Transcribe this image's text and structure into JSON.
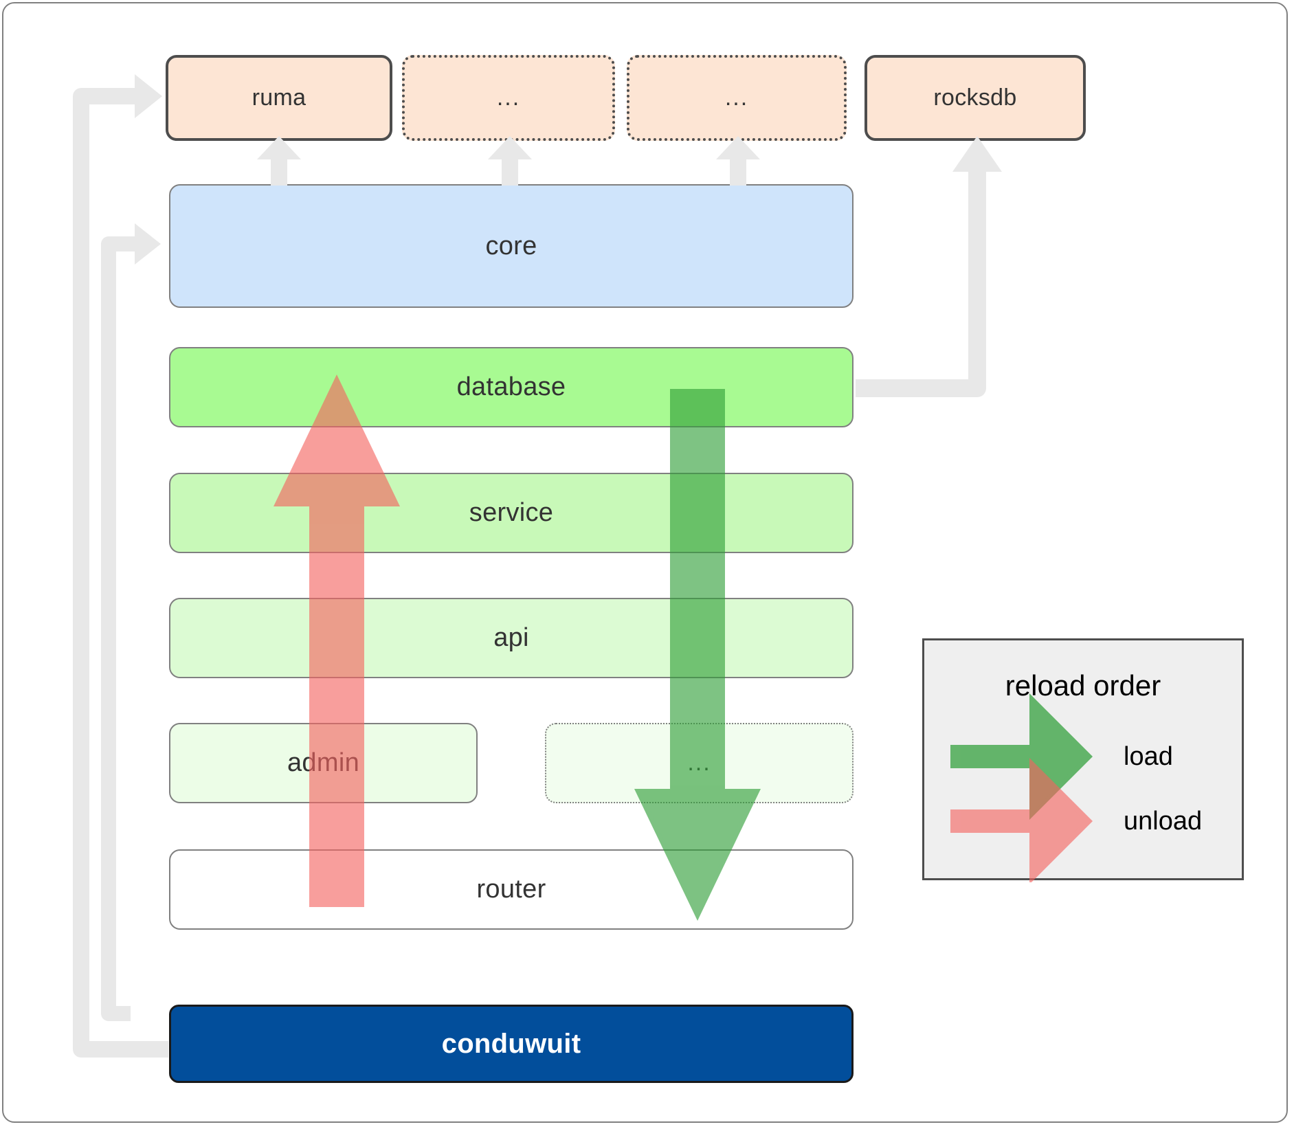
{
  "diagram": {
    "title": "conduwuit crate / reload order architecture",
    "background": "#ffffff",
    "frame_border_color": "#808080"
  },
  "crates_row": {
    "items": [
      {
        "label": "ruma",
        "style": "solid",
        "fill": "#fde5d4",
        "border": "#4d4d4d"
      },
      {
        "label": "...",
        "style": "dotted",
        "fill": "#fde5d4",
        "border": "#4d4d4d"
      },
      {
        "label": "...",
        "style": "dotted",
        "fill": "#fde5d4",
        "border": "#4d4d4d"
      },
      {
        "label": "rocksdb",
        "style": "solid",
        "fill": "#fde5d4",
        "border": "#4d4d4d"
      }
    ]
  },
  "core": {
    "label": "core",
    "fill": "#cfe4fb",
    "border": "#808080"
  },
  "layers": [
    {
      "label": "database",
      "fill": "#a8fa92",
      "border": "#808080",
      "style": "solid"
    },
    {
      "label": "service",
      "fill": "#c8f9b8",
      "border": "#808080",
      "style": "solid"
    },
    {
      "label": "api",
      "fill": "#dcfbd3",
      "border": "#808080",
      "style": "solid"
    },
    {
      "label": "admin",
      "fill": "#ecfde7",
      "border": "#808080",
      "style": "solid"
    },
    {
      "label": "...",
      "fill": "#f2fdef",
      "border": "#808080",
      "style": "dotted"
    },
    {
      "label": "router",
      "fill": "#ffffff",
      "border": "#808080",
      "style": "solid"
    }
  ],
  "main": {
    "label": "conduwuit",
    "fill": "#024e9b",
    "border": "#1a1a1a",
    "text_color": "#ffffff"
  },
  "legend": {
    "title": "reload order",
    "background": "#efefef",
    "border": "#4d4d4d",
    "entries": [
      {
        "label": "load",
        "color": "#4caf50",
        "direction": "right"
      },
      {
        "label": "unload",
        "color": "#fa8a8a",
        "direction": "right"
      }
    ]
  },
  "flow_arrows": {
    "load": {
      "color": "#4caf50",
      "label": "load",
      "direction": "down"
    },
    "unload": {
      "color": "#fa8a8a",
      "label": "unload",
      "direction": "up"
    }
  },
  "connectors": {
    "color": "#e8e8e8",
    "edges": [
      {
        "from": "conduwuit",
        "to": "ruma"
      },
      {
        "from": "conduwuit",
        "to": "core"
      },
      {
        "from": "core",
        "to": "ruma"
      },
      {
        "from": "core",
        "to": "..."
      },
      {
        "from": "core",
        "to": "..."
      },
      {
        "from": "database",
        "to": "rocksdb"
      }
    ]
  }
}
